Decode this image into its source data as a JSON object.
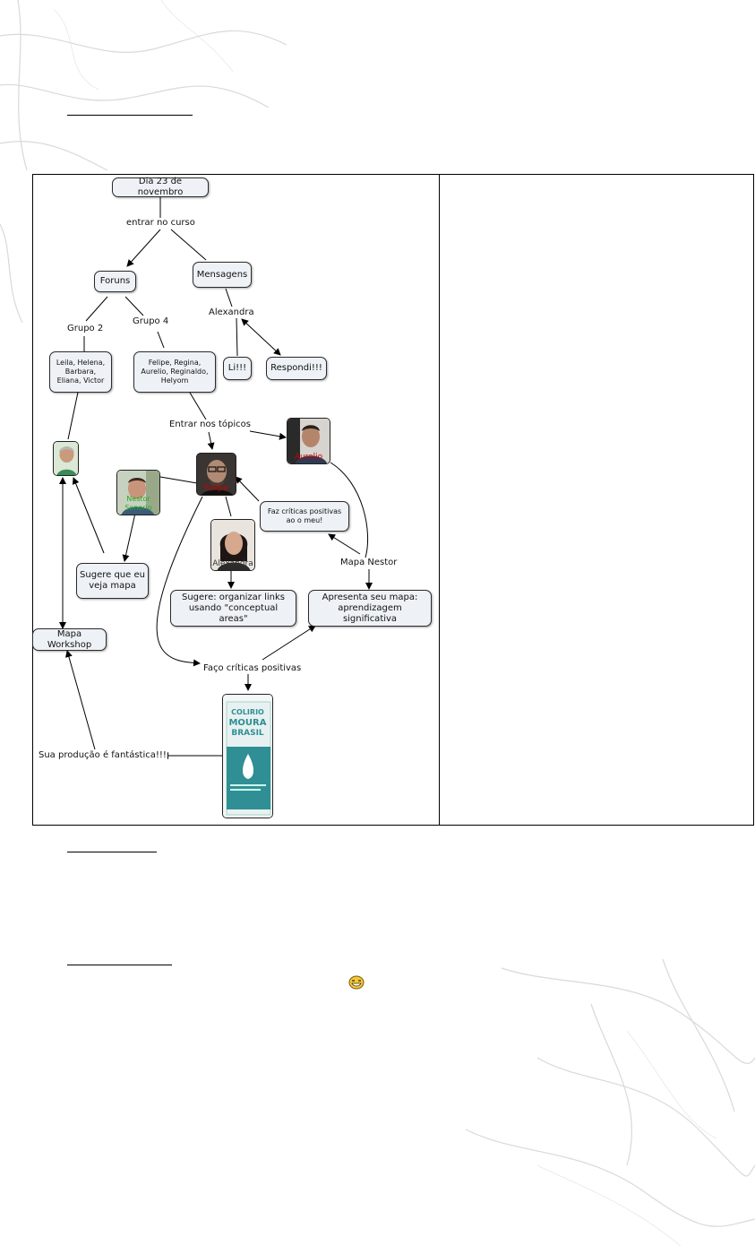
{
  "concept_map": {
    "nodes": {
      "dia": "Dia 23 de novembro",
      "foruns": "Foruns",
      "mensagens": "Mensagens",
      "grupo2_members": "Leila, Helena,\nBarbara,\nEliana, Victor",
      "grupo4_members": "Felipe, Regina,\nAurelio, Reginaldo,\nHelyom",
      "li": "Li!!!",
      "respondi": "Respondi!!!",
      "faz_criticas": "Faz críticas positivas\nao o meu!",
      "sugere_mapa": "Sugere que eu\nveja mapa",
      "sugere_links": "Sugere: organizar links\nusando \"conceptual areas\"",
      "apresenta": "Apresenta seu mapa:\naprendizagem significativa",
      "mapa_workshop": "Mapa Workshop"
    },
    "labels": {
      "entrar_curso": "entrar no curso",
      "grupo2": "Grupo 2",
      "grupo4": "Grupo 4",
      "alexandra": "Alexandra",
      "entrar_topicos": "Entrar nos tópicos",
      "mapa_nestor": "Mapa Nestor",
      "faco_criticas": "Faço críticas positivas",
      "sua_producao": "Sua produção é fantástica!!!"
    },
    "photos": {
      "felipe": "Felipe",
      "aurelio": "Aurelio",
      "alexandra": "Alexandra",
      "nestor": "Nestor Sonorio"
    },
    "product_label": {
      "line1": "COLIRIO",
      "line2": "MOURA",
      "line3": "BRASIL"
    }
  },
  "colors": {
    "node_fill": "#eef2f7",
    "photo_caption_red": "#cc0000",
    "photo_caption_green": "#22aa22",
    "product_teal": "#2f8f95"
  }
}
